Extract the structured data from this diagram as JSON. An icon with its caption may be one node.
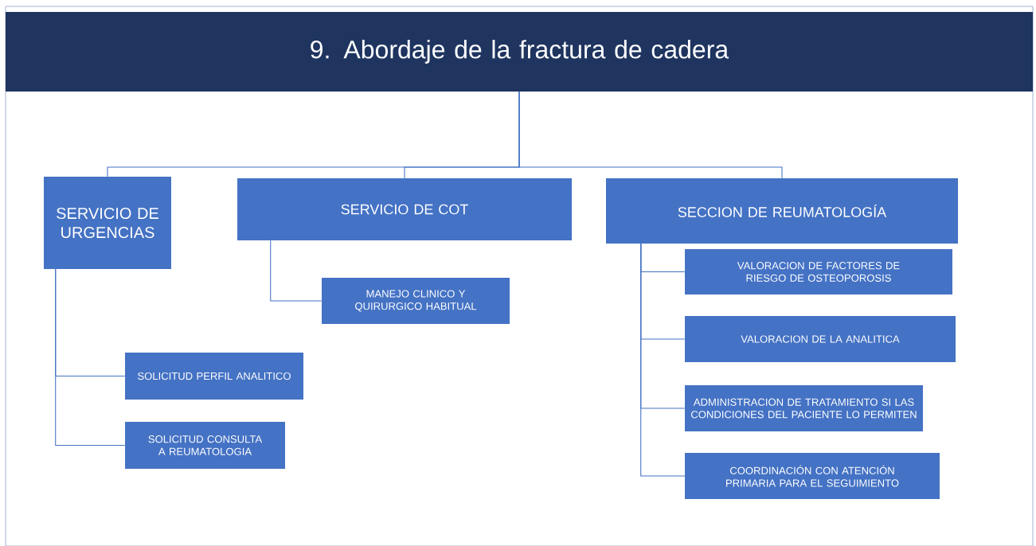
{
  "diagram": {
    "nodes": [
      {
        "text": [
          "9. Abordaje de la fractura de cadera"
        ]
      },
      {
        "text": [
          "SERVICIO DE URGENCIAS"
        ]
      },
      {
        "text": [
          "SERVICIO DE COT"
        ]
      },
      {
        "text": [
          "SECCION DE REUMATOLOGÍA"
        ]
      },
      {
        "text": [
          "MANEJO CLINICO Y QUIRURGICO HABITUAL"
        ]
      },
      {
        "text": [
          "SOLICITUD PERFIL ANALITICO"
        ]
      },
      {
        "text": [
          "SOLICITUD CONSULTA A REUMATOLOGIA"
        ]
      },
      {
        "text": [
          "VALORACION DE FACTORES DE RIESGO DE OSTEOPOROSIS"
        ]
      },
      {
        "text": [
          "VALORACION DE LA ANALITICA"
        ]
      },
      {
        "text": [
          "ADMINISTRACION DE TRATAMIENTO SI LAS CONDICIONES DEL PACIENTE LO PERMITEN"
        ]
      },
      {
        "text": [
          "COORDINACIÓN CON ATENCIÓN PRIMARIA PARA EL SEGUIMIENTO"
        ]
      }
    ],
    "edges": [
      {
        "from": 0,
        "to": 1,
        "arrow": "none"
      },
      {
        "from": 0,
        "to": 2,
        "arrow": "none"
      },
      {
        "from": 0,
        "to": 3,
        "arrow": "none"
      },
      {
        "from": 2,
        "to": 4,
        "arrow": "none"
      },
      {
        "from": 1,
        "to": 5,
        "arrow": "none"
      },
      {
        "from": 1,
        "to": 6,
        "arrow": "none"
      },
      {
        "from": 3,
        "to": 7,
        "arrow": "none"
      },
      {
        "from": 3,
        "to": 8,
        "arrow": "none"
      },
      {
        "from": 3,
        "to": 9,
        "arrow": "none"
      },
      {
        "from": 3,
        "to": 10,
        "arrow": "none"
      }
    ]
  }
}
